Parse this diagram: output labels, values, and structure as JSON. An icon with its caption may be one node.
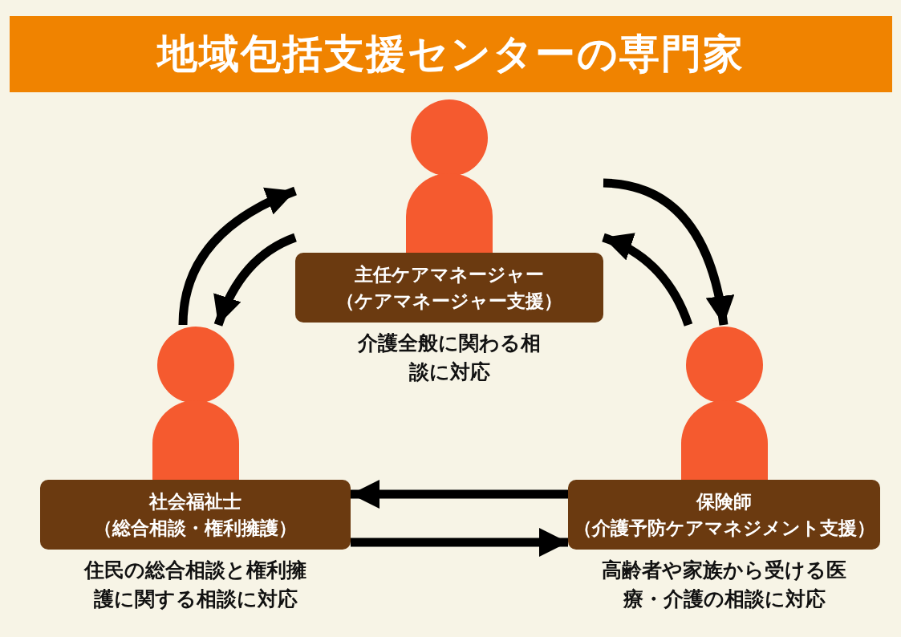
{
  "diagram": {
    "title": "地域包括支援センターの専門家",
    "nodes": [
      {
        "text": [
          "主任ケアマネージャー",
          "（ケアマネージャー支援）"
        ],
        "beside": [
          "介護全般に関わる相談に対応"
        ]
      },
      {
        "text": [
          "社会福祉士",
          "（総合相談・権利擁護）"
        ],
        "beside": [
          "住民の総合相談と権利擁護に関する相談に対応"
        ]
      },
      {
        "text": [
          "保険師",
          "（介護予防ケアマネジメント支援）"
        ],
        "beside": [
          "高齢者や家族から受ける医療・介護の相談に対応"
        ]
      }
    ],
    "edges": [
      {
        "from": 1,
        "to": 0,
        "arrow": "to"
      },
      {
        "from": 0,
        "to": 1,
        "arrow": "to"
      },
      {
        "from": 0,
        "to": 2,
        "arrow": "to"
      },
      {
        "from": 2,
        "to": 0,
        "arrow": "to"
      },
      {
        "from": 2,
        "to": 1,
        "arrow": "to"
      },
      {
        "from": 1,
        "to": 2,
        "arrow": "to"
      }
    ]
  }
}
